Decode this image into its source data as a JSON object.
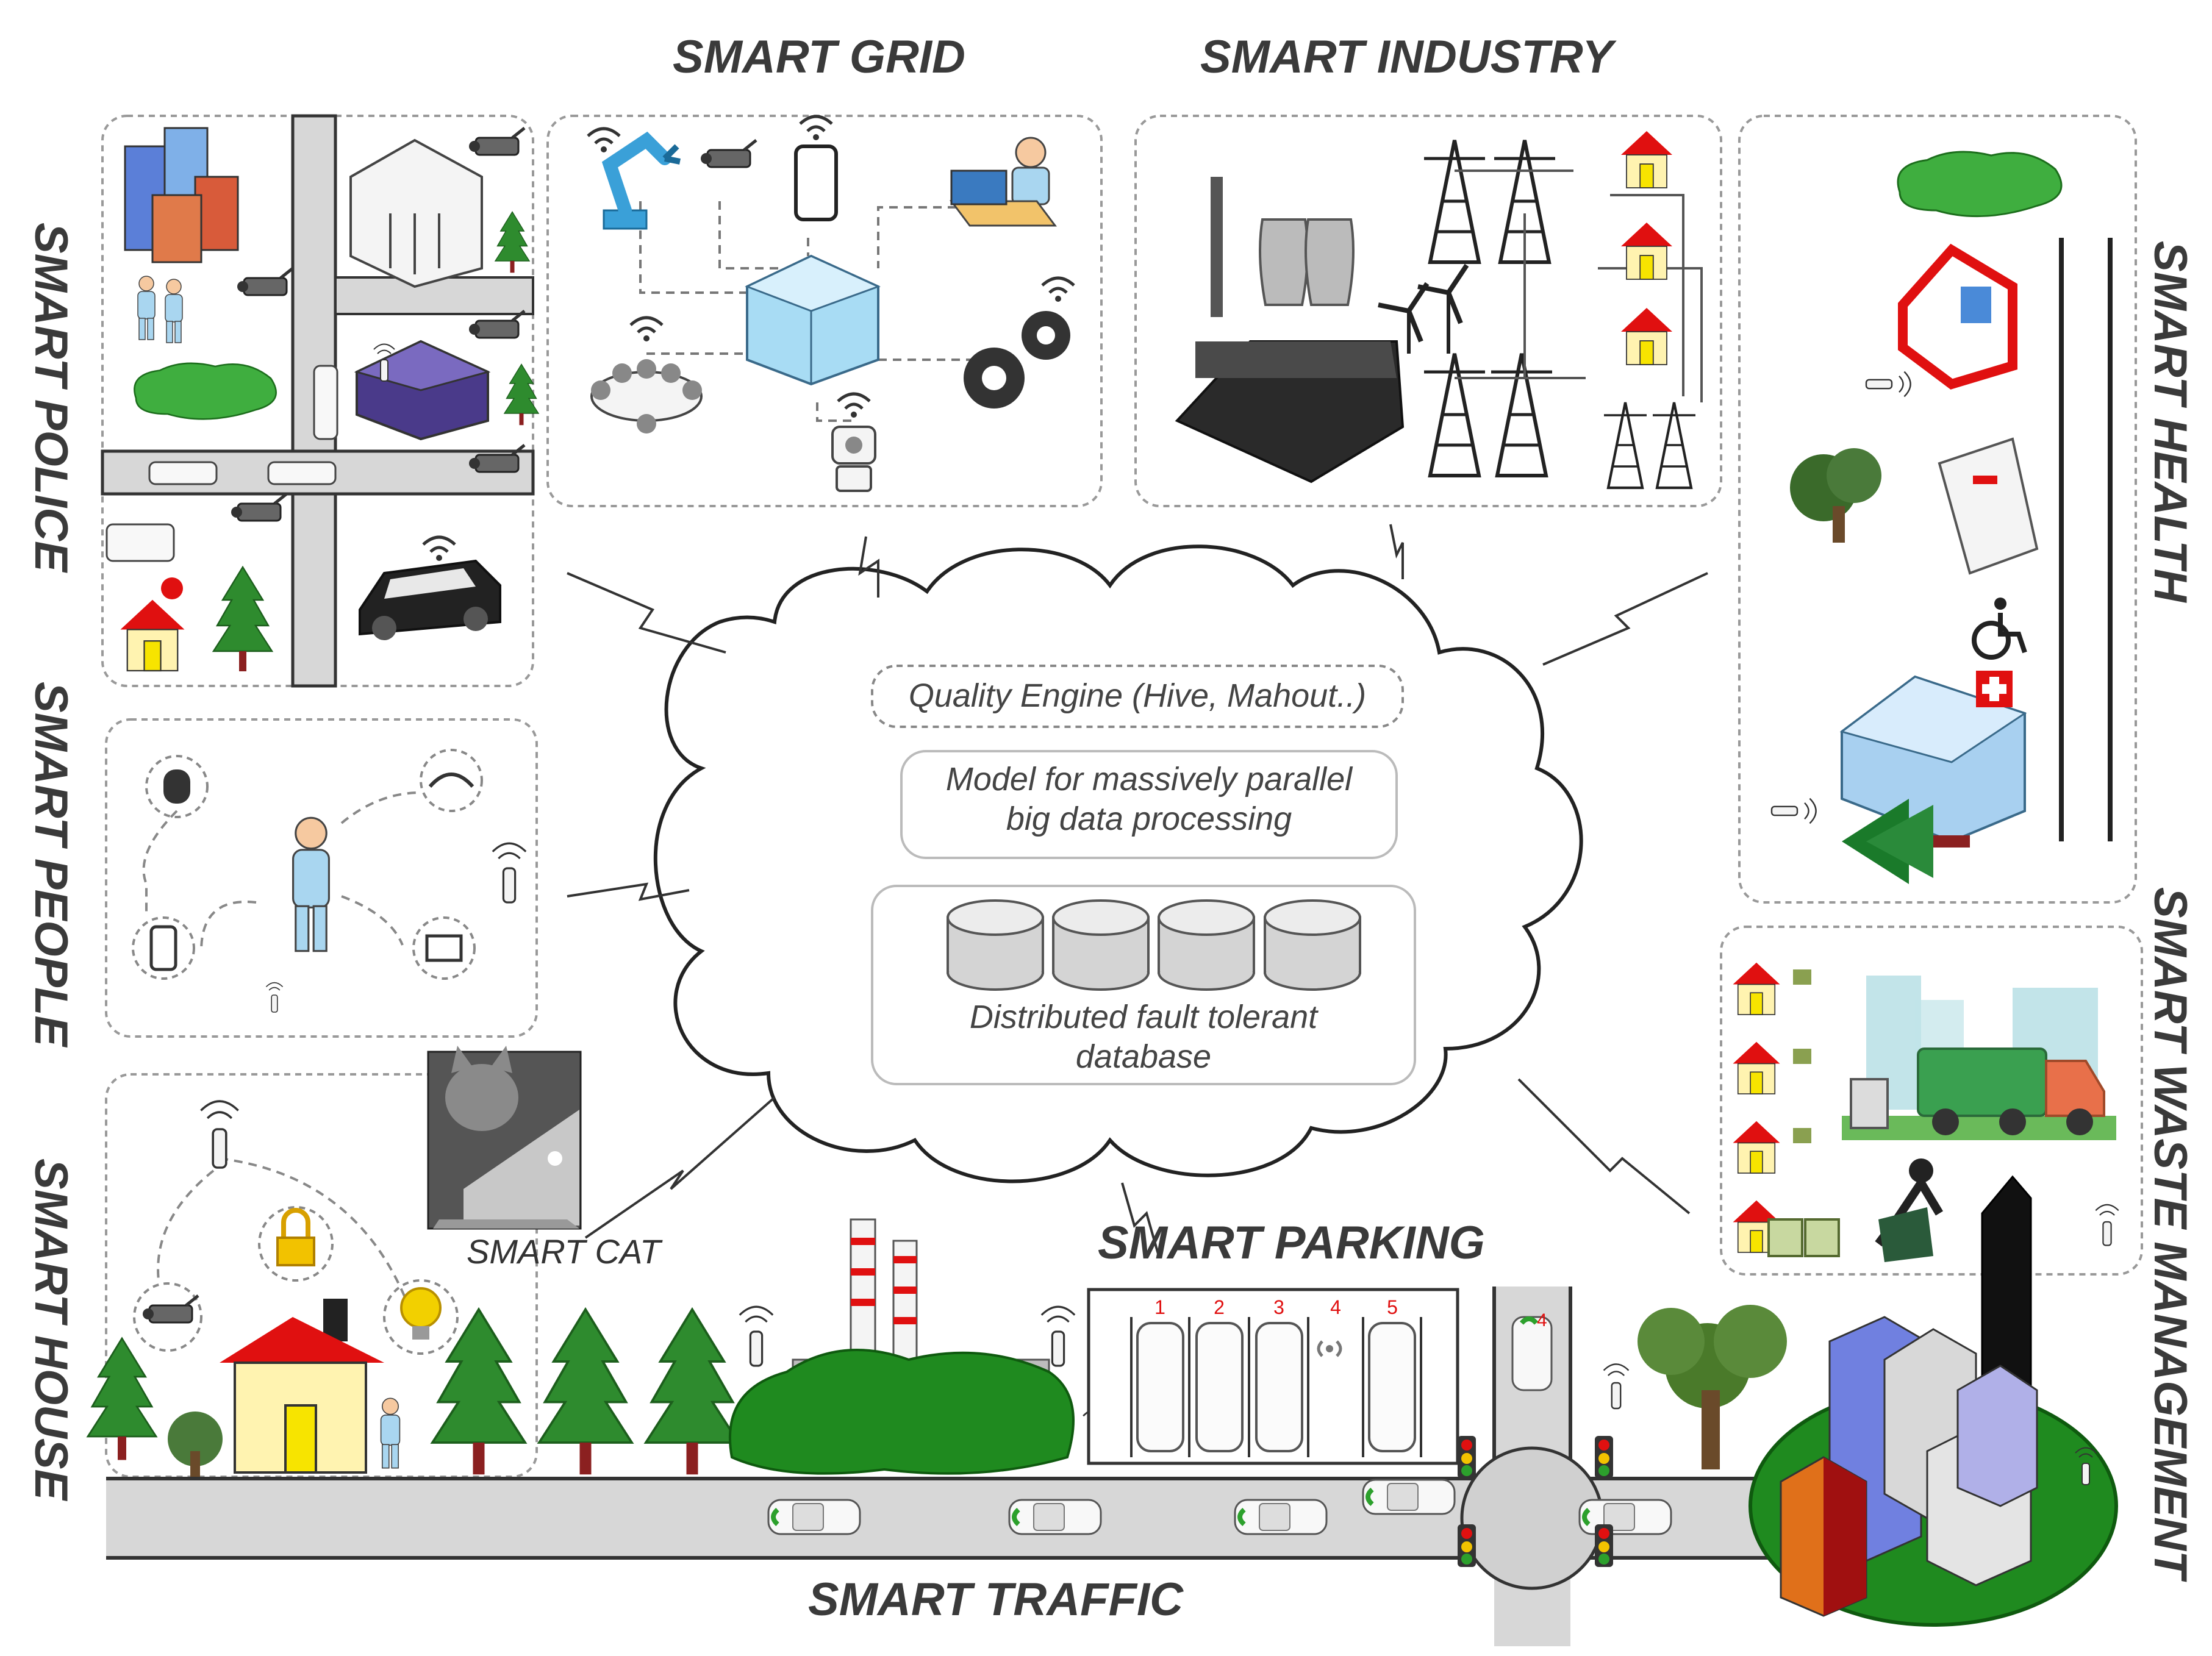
{
  "labels": {
    "smart_grid": "SMART GRID",
    "smart_industry": "SMART INDUSTRY",
    "smart_police": "SMART POLICE",
    "smart_people": "SMART PEOPLE",
    "smart_house": "SMART HOUSE",
    "smart_health": "SMART HEALTH",
    "smart_waste": "SMART  WASTE  MANAGEMENT",
    "smart_traffic": "SMART TRAFFIC",
    "smart_parking": "SMART PARKING",
    "smart_cat": "SMART CAT"
  },
  "cloud": {
    "engine": "Quality Engine (Hive, Mahout..)",
    "model_line1": "Model for massively parallel",
    "model_line2": "big data processing",
    "db_line1": "Distributed fault tolerant",
    "db_line2": "database"
  },
  "parking_slots": [
    "1",
    "2",
    "3",
    "4",
    "5"
  ],
  "intersection_number": "4",
  "colors": {
    "tree_green": "#2e8b2e",
    "lawn_green": "#3fae3f",
    "roof_red": "#e01010",
    "wall_yellow": "#fff3b0",
    "building_blue": "#6f7fd8",
    "road_gray": "#d7d7d7",
    "label_gray": "#3a3a3a"
  }
}
